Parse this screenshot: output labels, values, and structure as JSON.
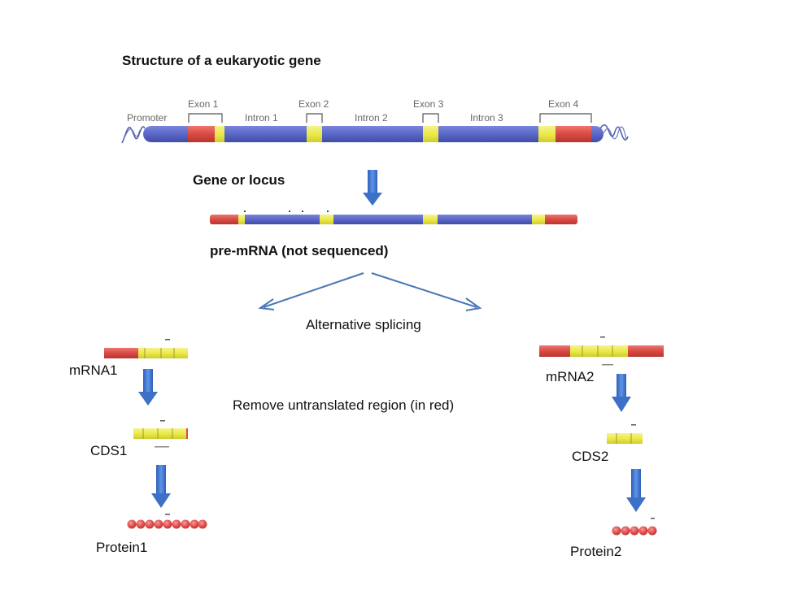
{
  "title": "Structure of a eukaryotic gene",
  "gene_segments": {
    "promoter": "Promoter",
    "exon1": "Exon 1",
    "intron1": "Intron 1",
    "exon2": "Exon 2",
    "intron2": "Intron 2",
    "exon3": "Exon 3",
    "intron3": "Intron 3",
    "exon4": "Exon 4"
  },
  "labels": {
    "gene_or_locus": "Gene or locus",
    "pre_mrna": "pre-mRNA (not sequenced)",
    "alternative_splicing": "Alternative splicing",
    "remove_utr": "Remove untranslated region (in red)",
    "mrna1": "mRNA1",
    "cds1": "CDS1",
    "protein1": "Protein1",
    "mrna2": "mRNA2",
    "cds2": "CDS2",
    "protein2": "Protein2"
  },
  "colors": {
    "intron_blue": "#5a67c4",
    "exon_yellow": "#ece94a",
    "utr_red": "#d84a43",
    "arrow_blue": "#4a7fd6",
    "line_blue": "#4a77b6",
    "protein_red": "#e04c4c"
  }
}
